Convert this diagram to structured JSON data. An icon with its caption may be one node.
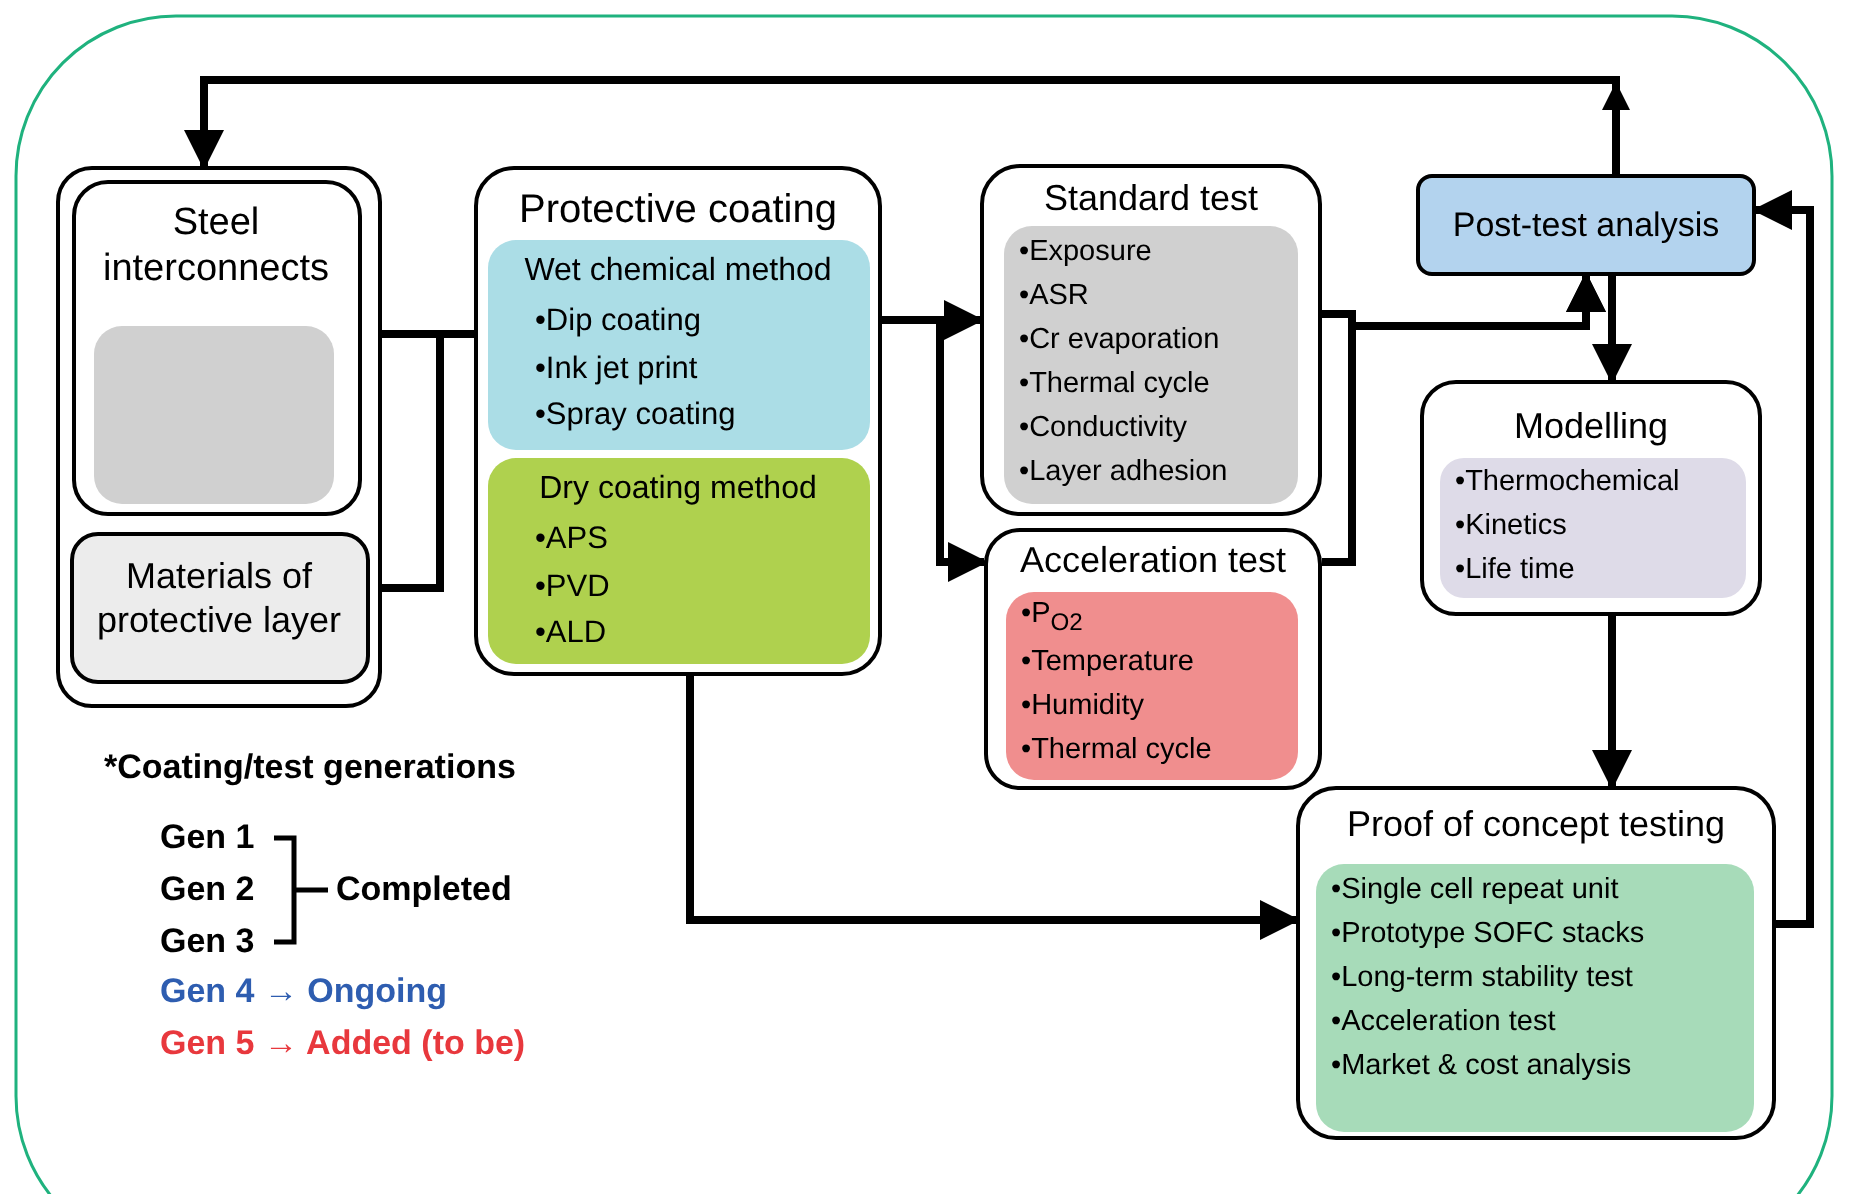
{
  "diagram": {
    "nodes": [
      {
        "text": [],
        "shape": "box"
      },
      {
        "text": [
          "Steel interconnects"
        ],
        "in": 0
      },
      {
        "text": [],
        "shape": "box",
        "in": 1
      },
      {
        "text": [
          "Materials of protective layer"
        ],
        "in": 0
      },
      {
        "text": [
          "Protective coating"
        ]
      },
      {
        "text": [
          "Wet chemical method",
          "•Dip coating",
          "•Ink jet print",
          "•Spray coating"
        ],
        "in": 4
      },
      {
        "text": [
          "Dry coating method",
          "•APS",
          "•PVD",
          "•ALD"
        ],
        "in": 4
      },
      {
        "text": [
          "Standard test"
        ]
      },
      {
        "text": [
          "•Exposure",
          "•ASR",
          "•Cr evaporation",
          "•Thermal cycle",
          "•Conductivity",
          "•Layer adhesion"
        ],
        "in": 7
      },
      {
        "text": [
          "Acceleration test"
        ]
      },
      {
        "text": [
          "•P$_{O2}$",
          "•Temperature",
          "•Humidity",
          "•Thermal cycle"
        ],
        "in": 9
      },
      {
        "text": [
          "Post-test analysis"
        ]
      },
      {
        "text": [
          "Modelling"
        ]
      },
      {
        "text": [
          "•Thermochemical",
          "•Kinetics",
          "•Life time"
        ],
        "in": 12
      },
      {
        "text": [
          "Proof of concept testing"
        ]
      },
      {
        "text": [
          "•Single cell repeat unit",
          "•Prototype SOFC stacks",
          "•Long-term stability test",
          "•Acceleration test",
          "•Market & cost analysis"
        ],
        "in": 14
      }
    ],
    "edges": [
      {
        "from": 1,
        "to": 4,
        "arrow": "none"
      },
      {
        "from": 3,
        "to": 4,
        "arrow": "none"
      },
      {
        "from": 4,
        "to": 7,
        "arrow": "to"
      },
      {
        "from": 4,
        "to": 9,
        "arrow": "to"
      },
      {
        "from": 7,
        "to": 11,
        "arrow": "to"
      },
      {
        "from": 9,
        "to": 11,
        "arrow": "to"
      },
      {
        "from": 11,
        "to": 0,
        "arrow": "to"
      },
      {
        "from": 11,
        "to": 12,
        "arrow": "to"
      },
      {
        "from": 12,
        "to": 14,
        "arrow": "to"
      },
      {
        "from": 4,
        "to": 14,
        "arrow": "to"
      },
      {
        "from": 14,
        "to": 11,
        "arrow": "to"
      }
    ],
    "labels": [
      "*Coating/test generations",
      "Gen 1",
      "Gen 2",
      "Gen 3",
      "Completed",
      "Gen 4 → Ongoing",
      "Gen 5 → Added (to be)"
    ]
  }
}
